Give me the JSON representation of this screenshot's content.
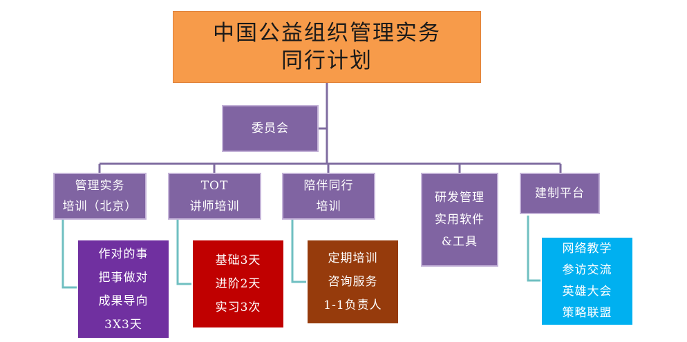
{
  "title": {
    "lines": [
      "中国公益组织管理实务",
      "同行计划"
    ]
  },
  "committee": {
    "label": "委员会"
  },
  "categories": [
    {
      "lines": [
        "管理实务",
        "培训（北京）"
      ]
    },
    {
      "lines": [
        "TOT",
        "讲师培训"
      ]
    },
    {
      "lines": [
        "陪伴同行",
        "培训"
      ]
    },
    {
      "lines": [
        "研发管理",
        "实用软件",
        "&工具"
      ]
    },
    {
      "lines": [
        "建制平台"
      ]
    }
  ],
  "details": [
    {
      "lines": [
        "作对的事",
        "把事做对",
        "成果导向",
        "3X3天"
      ],
      "color": "#7030a0"
    },
    {
      "lines": [
        "基础3天",
        "进阶2天",
        "实习3次"
      ],
      "color": "#c00000"
    },
    {
      "lines": [
        "定期培训",
        "咨询服务",
        "1-1负责人"
      ],
      "color": "#963b0c"
    },
    {
      "lines": [
        "网络教学",
        "参访交流",
        "英雄大会",
        "策略联盟"
      ],
      "color": "#00b0f0"
    }
  ],
  "colors": {
    "title_fill": "#f79b4a",
    "node_fill": "#8064a2",
    "connector": "#7f6ca0",
    "detail_connector": "#6fbfc1"
  }
}
